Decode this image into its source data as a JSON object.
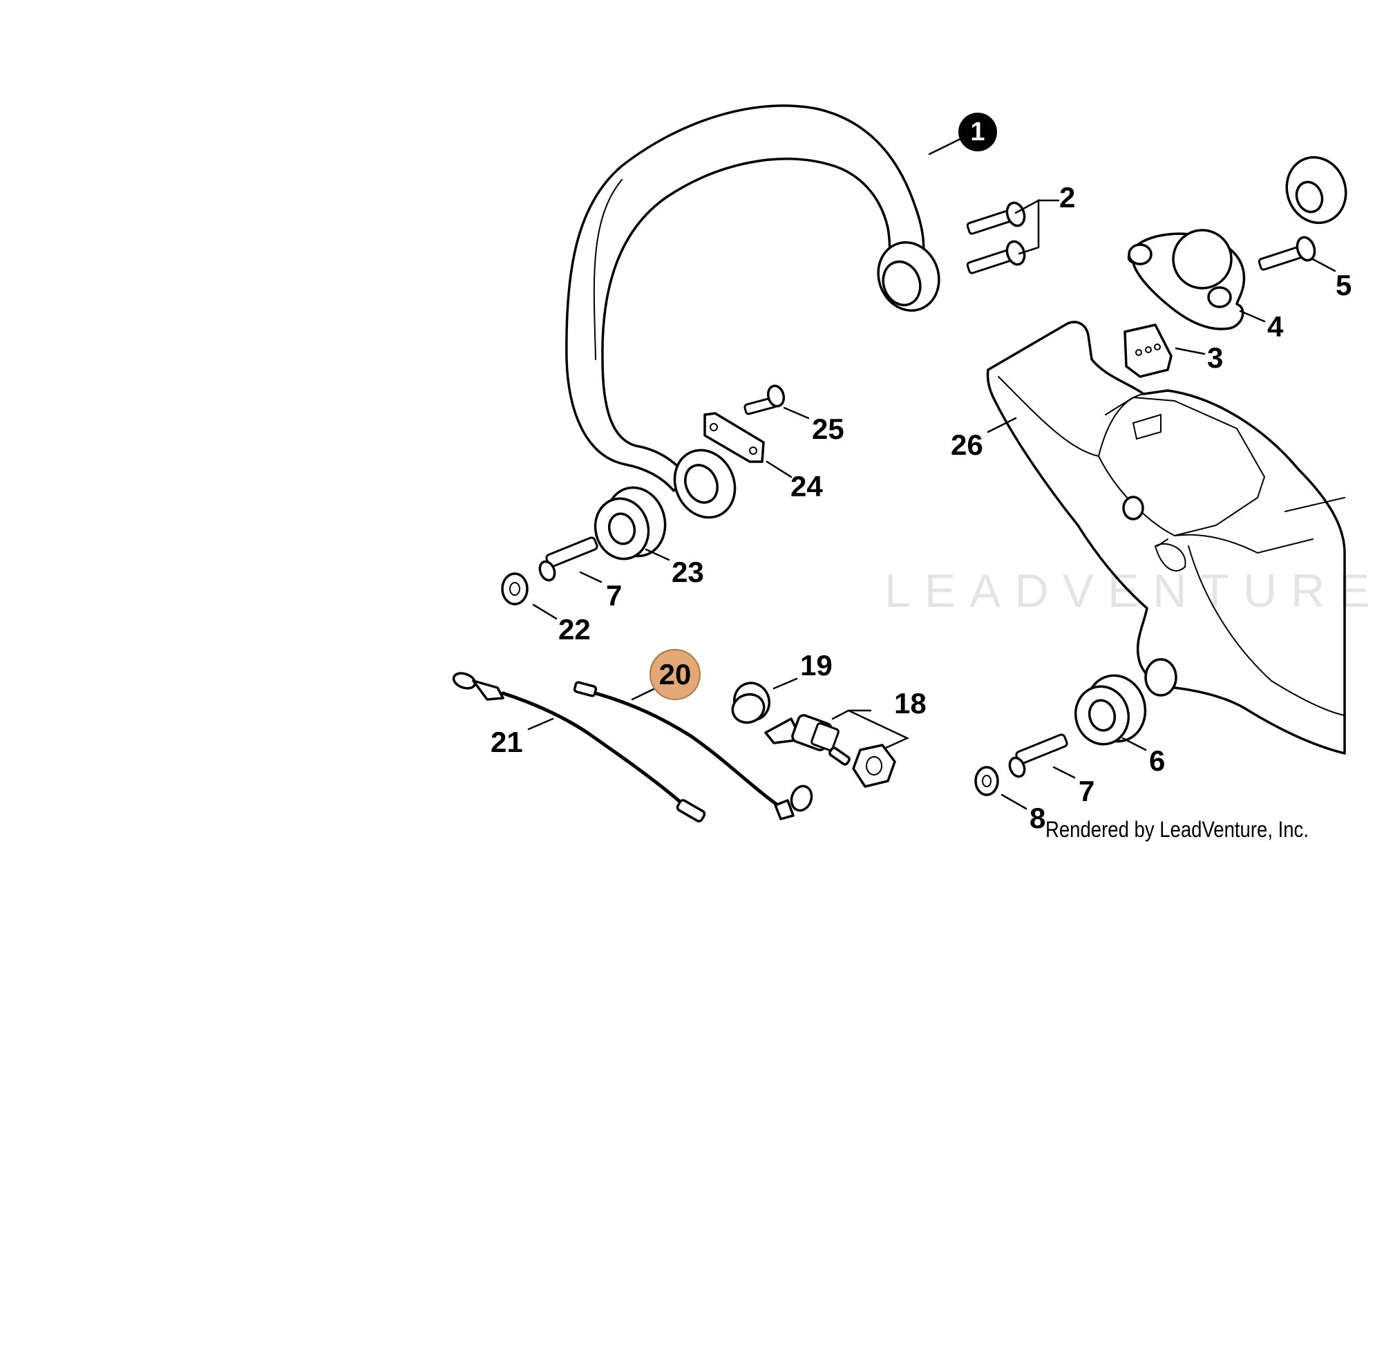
{
  "diagram": {
    "colors": {
      "ink": "#000000",
      "background": "#ffffff",
      "highlight_fill": "#e2a878",
      "highlight_ring": "#b07a4a",
      "badge_fill": "#000000",
      "badge_text": "#ffffff"
    },
    "callouts": {
      "c1": "1",
      "c2": "2",
      "c3": "3",
      "c4": "4",
      "c5": "5",
      "c6": "6",
      "c7a": "7",
      "c7b": "7",
      "c8": "8",
      "c18": "18",
      "c19": "19",
      "c20": "20",
      "c21": "21",
      "c22": "22",
      "c23": "23",
      "c24": "24",
      "c25": "25",
      "c26": "26"
    },
    "highlighted_callout": "20",
    "watermark": "LEADVENTURE",
    "credit": "Rendered by LeadVenture, Inc."
  }
}
